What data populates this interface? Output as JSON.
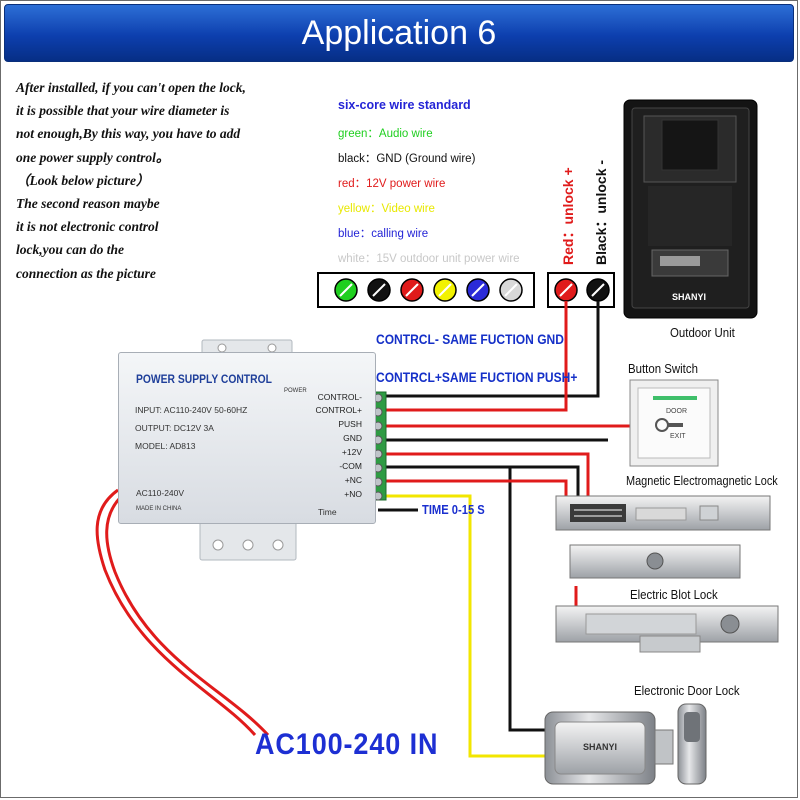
{
  "title": "Application 6",
  "intro_lines": [
    "After installed, if you can't open the lock,",
    "it is possible that your wire diameter is",
    "not enough,By this way, you have to add",
    "one power supply control。",
    "（Look below picture）",
    "The second reason maybe",
    "it is not electronic control",
    "lock,you can do the",
    "connection as the picture"
  ],
  "wire_legend": {
    "heading": "six-core wire standard",
    "items": [
      {
        "text": "green：Audio wire",
        "color": "#1fcf1f"
      },
      {
        "text": "black：GND (Ground wire)",
        "color": "#111111"
      },
      {
        "text": "red：12V power wire",
        "color": "#e01b1b"
      },
      {
        "text": "yellow：Video wire",
        "color": "#e8e800"
      },
      {
        "text": "blue：calling wire",
        "color": "#2424d6"
      },
      {
        "text": "white：15V outdoor unit power wire",
        "color": "#c8c8c8"
      }
    ]
  },
  "unlock_labels": {
    "red": "Red：unlock +",
    "black": "Black：unlock -"
  },
  "outdoor_unit": {
    "brand": "SHANYI",
    "label": "Outdoor Unit"
  },
  "control_minus_label": "CONTRCL- SAME FUCTION GND",
  "control_plus_label": "CONTRCL+SAME FUCTION PUSH+",
  "psu": {
    "title": "POWER SUPPLY CONTROL",
    "input": "INPUT: AC110-240V  50-60HZ",
    "output": "OUTPUT: DC12V  3A",
    "model": "MODEL: AD813",
    "ac": "AC110-240V",
    "made_in": "MADE IN CHINA",
    "power_led": "POWER",
    "time_knob": "Time",
    "terminals": [
      "CONTROL-",
      "CONTROL+",
      "PUSH",
      "GND",
      "+12V",
      "-COM",
      "+NC",
      "+NO"
    ]
  },
  "time_label": "TIME 0-15 S",
  "button_switch": {
    "label": "Button Switch",
    "door": "DOOR",
    "exit": "EXIT"
  },
  "mag_lock": {
    "label": "Magnetic Electromagnetic Lock"
  },
  "bolt_lock": {
    "label": "Electric Blot Lock"
  },
  "door_lock": {
    "label": "Electronic Door Lock",
    "brand": "SHANYI"
  },
  "ac_in": "AC100-240 IN",
  "colors": {
    "banner": "#0d3fae",
    "label_blue": "#1530c8",
    "red_wire": "#e01b1b",
    "black_wire": "#111111",
    "yellow_wire": "#f2e600"
  }
}
